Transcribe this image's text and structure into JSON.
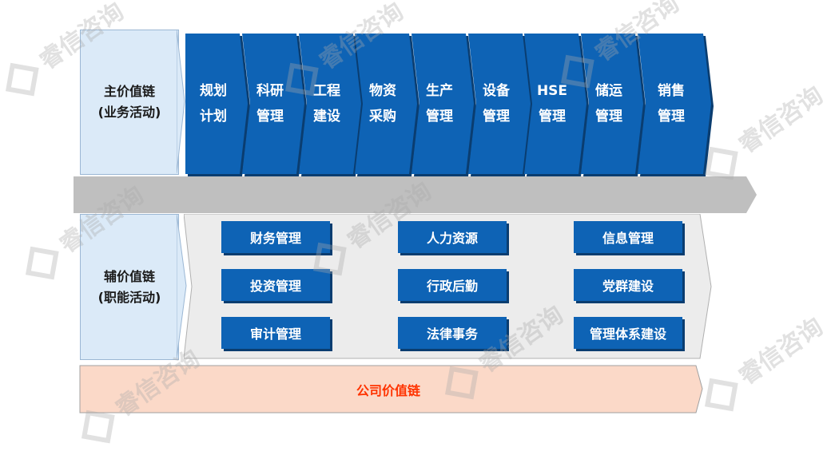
{
  "primary": {
    "title_line1": "主价值链",
    "title_line2": "(业务活动)",
    "activities": [
      {
        "line1": "规划",
        "line2": "计划"
      },
      {
        "line1": "科研",
        "line2": "管理"
      },
      {
        "line1": "工程",
        "line2": "建设"
      },
      {
        "line1": "物资",
        "line2": "采购"
      },
      {
        "line1": "生产",
        "line2": "管理"
      },
      {
        "line1": "设备",
        "line2": "管理"
      },
      {
        "line1": "HSE",
        "line2": "管理"
      },
      {
        "line1": "储运",
        "line2": "管理"
      },
      {
        "line1": "销售",
        "line2": "管理"
      }
    ]
  },
  "support": {
    "title_line1": "辅价值链",
    "title_line2": "(职能活动)",
    "functions": [
      "财务管理",
      "人力资源",
      "信息管理",
      "投资管理",
      "行政后勤",
      "党群建设",
      "审计管理",
      "法律事务",
      "管理体系建设"
    ]
  },
  "company": {
    "label": "公司价值链"
  },
  "watermark": "睿信咨询",
  "colors": {
    "primary_blue": "#0e63b5",
    "label_bg": "#dbeaf8",
    "band_gray": "#bfbfbf",
    "company_bg": "#fbd9c8",
    "company_text": "#ff3300"
  }
}
